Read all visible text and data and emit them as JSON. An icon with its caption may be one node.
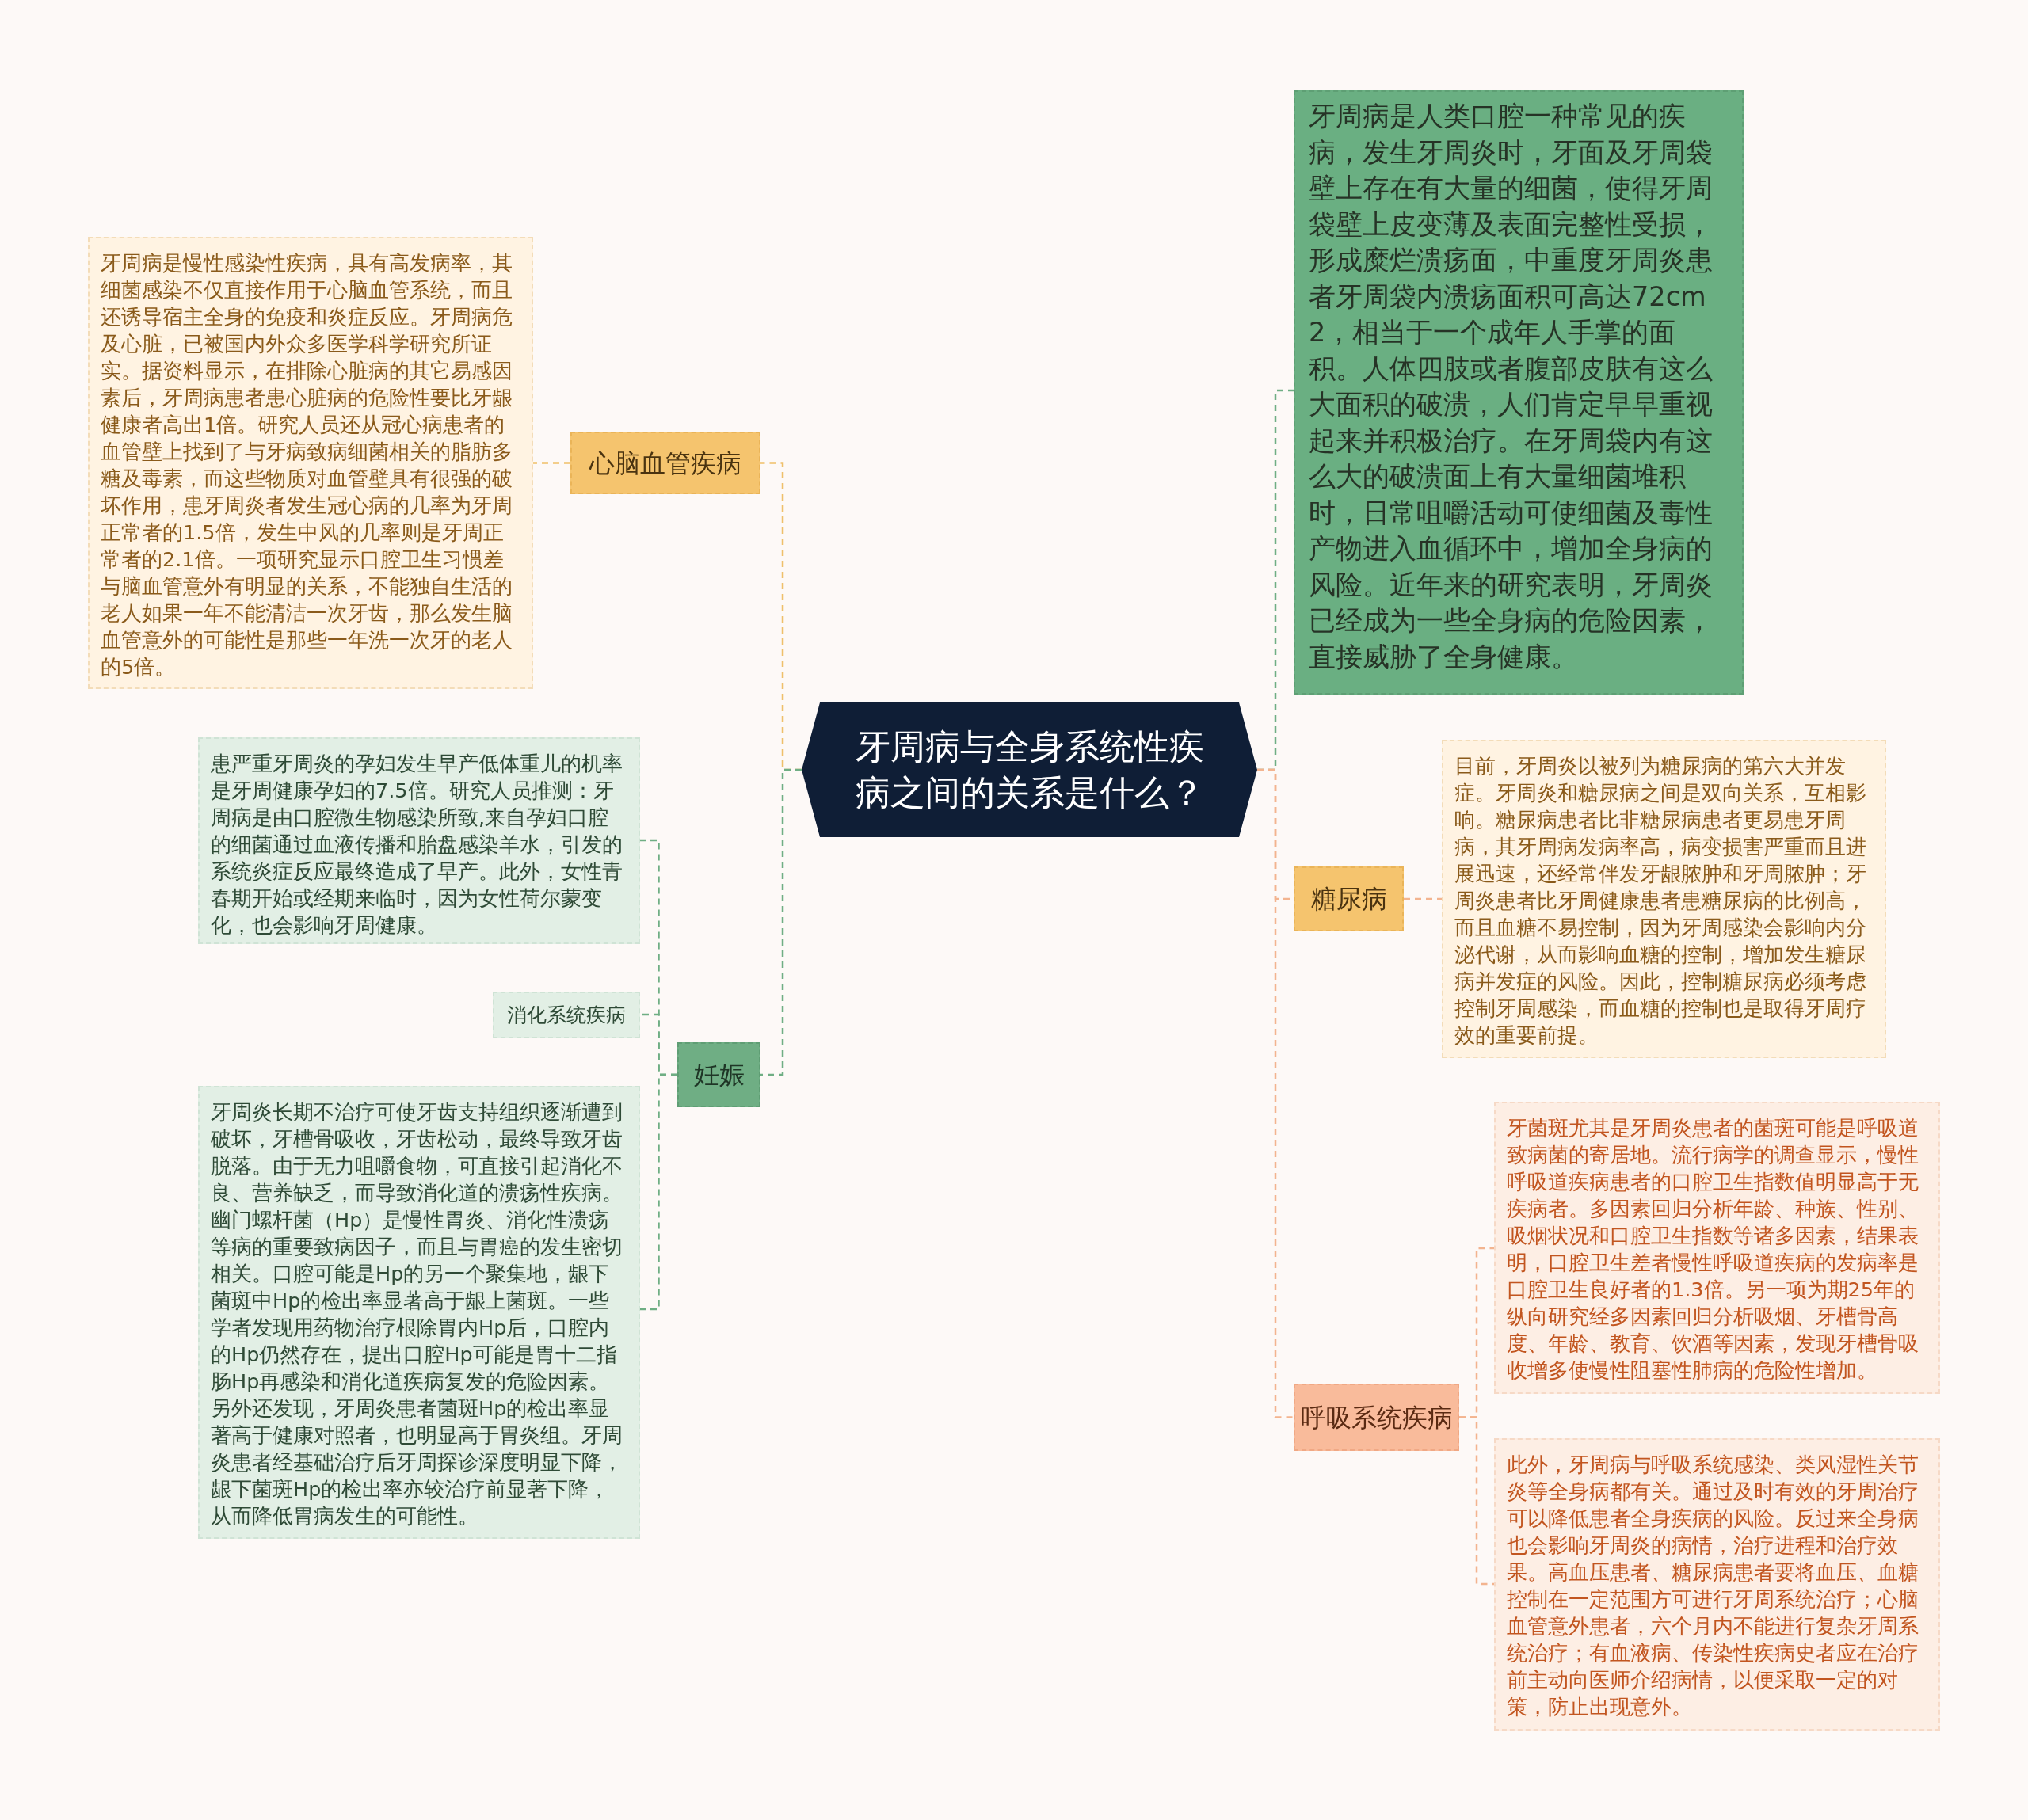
{
  "diagram": {
    "nodes": [
      {
        "text": [
          "牙周病与全身系统性疾病之间的关系是什么？"
        ]
      },
      {
        "text": [
          "心脑血管疾病"
        ]
      },
      {
        "text": [
          "牙周病是慢性感染性疾病，具有高发病率，其细菌感染不仅直接作用于心脑血管系统，而且还诱导宿主全身的免疫和炎症反应。牙周病危及心脏，已被国内外众多医学科学研究所证实。据资料显示，在排除心脏病的其它易感因素后，牙周病患者患心脏病的危险性要比牙龈健康者高出1倍。研究人员还从冠心病患者的血管壁上找到了与牙病致病细菌相关的脂肪多糖及毒素，而这些物质对血管壁具有很强的破坏作用，患牙周炎者发生冠心病的几率为牙周正常者的1.5倍，发生中风的几率则是牙周正常者的2.1倍。一项研究显示口腔卫生习惯差与脑血管意外有明显的关系，不能独自生活的老人如果一年不能清洁一次牙齿，那么发生脑血管意外的可能性是那些一年洗一次牙的老人的5倍。"
        ]
      },
      {
        "text": [
          "妊娠"
        ]
      },
      {
        "text": [
          "患严重牙周炎的孕妇发生早产低体重儿的机率是牙周健康孕妇的7.5倍。研究人员推测：牙周病是由口腔微生物感染所致,来自孕妇口腔的细菌通过血液传播和胎盘感染羊水，引发的系统炎症反应最终造成了早产。此外，女性青春期开始或经期来临时，因为女性荷尔蒙变化，也会影响牙周健康。"
        ]
      },
      {
        "text": [
          "消化系统疾病"
        ]
      },
      {
        "text": [
          "牙周炎长期不治疗可使牙齿支持组织逐渐遭到破坏，牙槽骨吸收，牙齿松动，最终导致牙齿脱落。由于无力咀嚼食物，可直接引起消化不良、营养缺乏，而导致消化道的溃疡性疾病。幽门螺杆菌（Hp）是慢性胃炎、消化性溃疡等病的重要致病因子，而且与胃癌的发生密切相关。口腔可能是Hp的另一个聚集地，龈下菌斑中Hp的检出率显著高于龈上菌斑。一些学者发现用药物治疗根除胃内Hp后，口腔内的Hp仍然存在，提出口腔Hp可能是胃十二指肠Hp再感染和消化道疾病复发的危险因素。另外还发现，牙周炎患者菌斑Hp的检出率显著高于健康对照者，也明显高于胃炎组。牙周炎患者经基础治疗后牙周探诊深度明显下降，龈下菌斑Hp的检出率亦较治疗前显著下降，从而降低胃病发生的可能性。"
        ]
      },
      {
        "text": [
          "牙周病是人类口腔一种常见的疾病，发生牙周炎时，牙面及牙周袋壁上存在有大量的细菌，使得牙周袋壁上皮变薄及表面完整性受损，形成糜烂溃疡面，中重度牙周炎患者牙周袋内溃疡面积可高达72cm2，相当于一个成年人手掌的面积。人体四肢或者腹部皮肤有这么大面积的破溃，人们肯定早早重视起来并积极治疗。在牙周袋内有这么大的破溃面上有大量细菌堆积时，日常咀嚼活动可使细菌及毒性产物进入血循环中，增加全身病的风险。近年来的研究表明，牙周炎已经成为一些全身病的危险因素，直接威胁了全身健康。"
        ]
      },
      {
        "text": [
          "糖尿病"
        ]
      },
      {
        "text": [
          "目前，牙周炎以被列为糖尿病的第六大并发症。牙周炎和糖尿病之间是双向关系，互相影响。糖尿病患者比非糖尿病患者更易患牙周病，其牙周病发病率高，病变损害严重而且进展迅速，还经常伴发牙龈脓肿和牙周脓肿；牙周炎患者比牙周健康患者患糖尿病的比例高，而且血糖不易控制，因为牙周感染会影响内分泌代谢，从而影响血糖的控制，增加发生糖尿病并发症的风险。因此，控制糖尿病必须考虑控制牙周感染，而血糖的控制也是取得牙周疗效的重要前提。"
        ]
      },
      {
        "text": [
          "呼吸系统疾病"
        ]
      },
      {
        "text": [
          "牙菌斑尤其是牙周炎患者的菌斑可能是呼吸道致病菌的寄居地。流行病学的调查显示，慢性呼吸道疾病患者的口腔卫生指数值明显高于无疾病者。多因素回归分析年龄、种族、性别、吸烟状况和口腔卫生指数等诸多因素，结果表明，口腔卫生差者慢性呼吸道疾病的发病率是口腔卫生良好者的1.3倍。另一项为期25年的纵向研究经多因素回归分析吸烟、牙槽骨高度、年龄、教育、饮酒等因素，发现牙槽骨吸收增多使慢性阻塞性肺病的危险性增加。"
        ]
      },
      {
        "text": [
          "此外，牙周病与呼吸系统感染、类风湿性关节炎等全身病都有关。通过及时有效的牙周治疗可以降低患者全身疾病的风险。反过来全身病也会影响牙周炎的病情，治疗进程和治疗效果。高血压患者、糖尿病患者要将血压、血糖控制在一定范围方可进行牙周系统治疗；心脑血管意外患者，六个月内不能进行复杂牙周系统治疗；有血液病、传染性疾病史者应在治疗前主动向医师介绍病情，以便采取一定的对策，防止出现意外。"
        ]
      }
    ],
    "edges": [
      {
        "from": 0,
        "to": 1,
        "arrow": "none",
        "style": "dashed",
        "color": "#efc06a"
      },
      {
        "from": 1,
        "to": 2,
        "arrow": "none",
        "style": "dashed",
        "color": "#efc06a"
      },
      {
        "from": 0,
        "to": 3,
        "arrow": "none",
        "style": "dashed",
        "color": "#6fae84"
      },
      {
        "from": 3,
        "to": 4,
        "arrow": "none",
        "style": "dashed",
        "color": "#6fae84"
      },
      {
        "from": 3,
        "to": 5,
        "arrow": "none",
        "style": "dashed",
        "color": "#6fae84"
      },
      {
        "from": 3,
        "to": 6,
        "arrow": "none",
        "style": "dashed",
        "color": "#6fae84"
      },
      {
        "from": 0,
        "to": 7,
        "arrow": "none",
        "style": "dashed",
        "color": "#6fae84"
      },
      {
        "from": 0,
        "to": 8,
        "arrow": "none",
        "style": "dashed",
        "color": "#f3b48f"
      },
      {
        "from": 8,
        "to": 9,
        "arrow": "none",
        "style": "dashed",
        "color": "#f3b48f"
      },
      {
        "from": 0,
        "to": 10,
        "arrow": "none",
        "style": "dashed",
        "color": "#f3b48f"
      },
      {
        "from": 10,
        "to": 11,
        "arrow": "none",
        "style": "dashed",
        "color": "#f3b48f"
      },
      {
        "from": 10,
        "to": 12,
        "arrow": "none",
        "style": "dashed",
        "color": "#f3b48f"
      }
    ]
  }
}
